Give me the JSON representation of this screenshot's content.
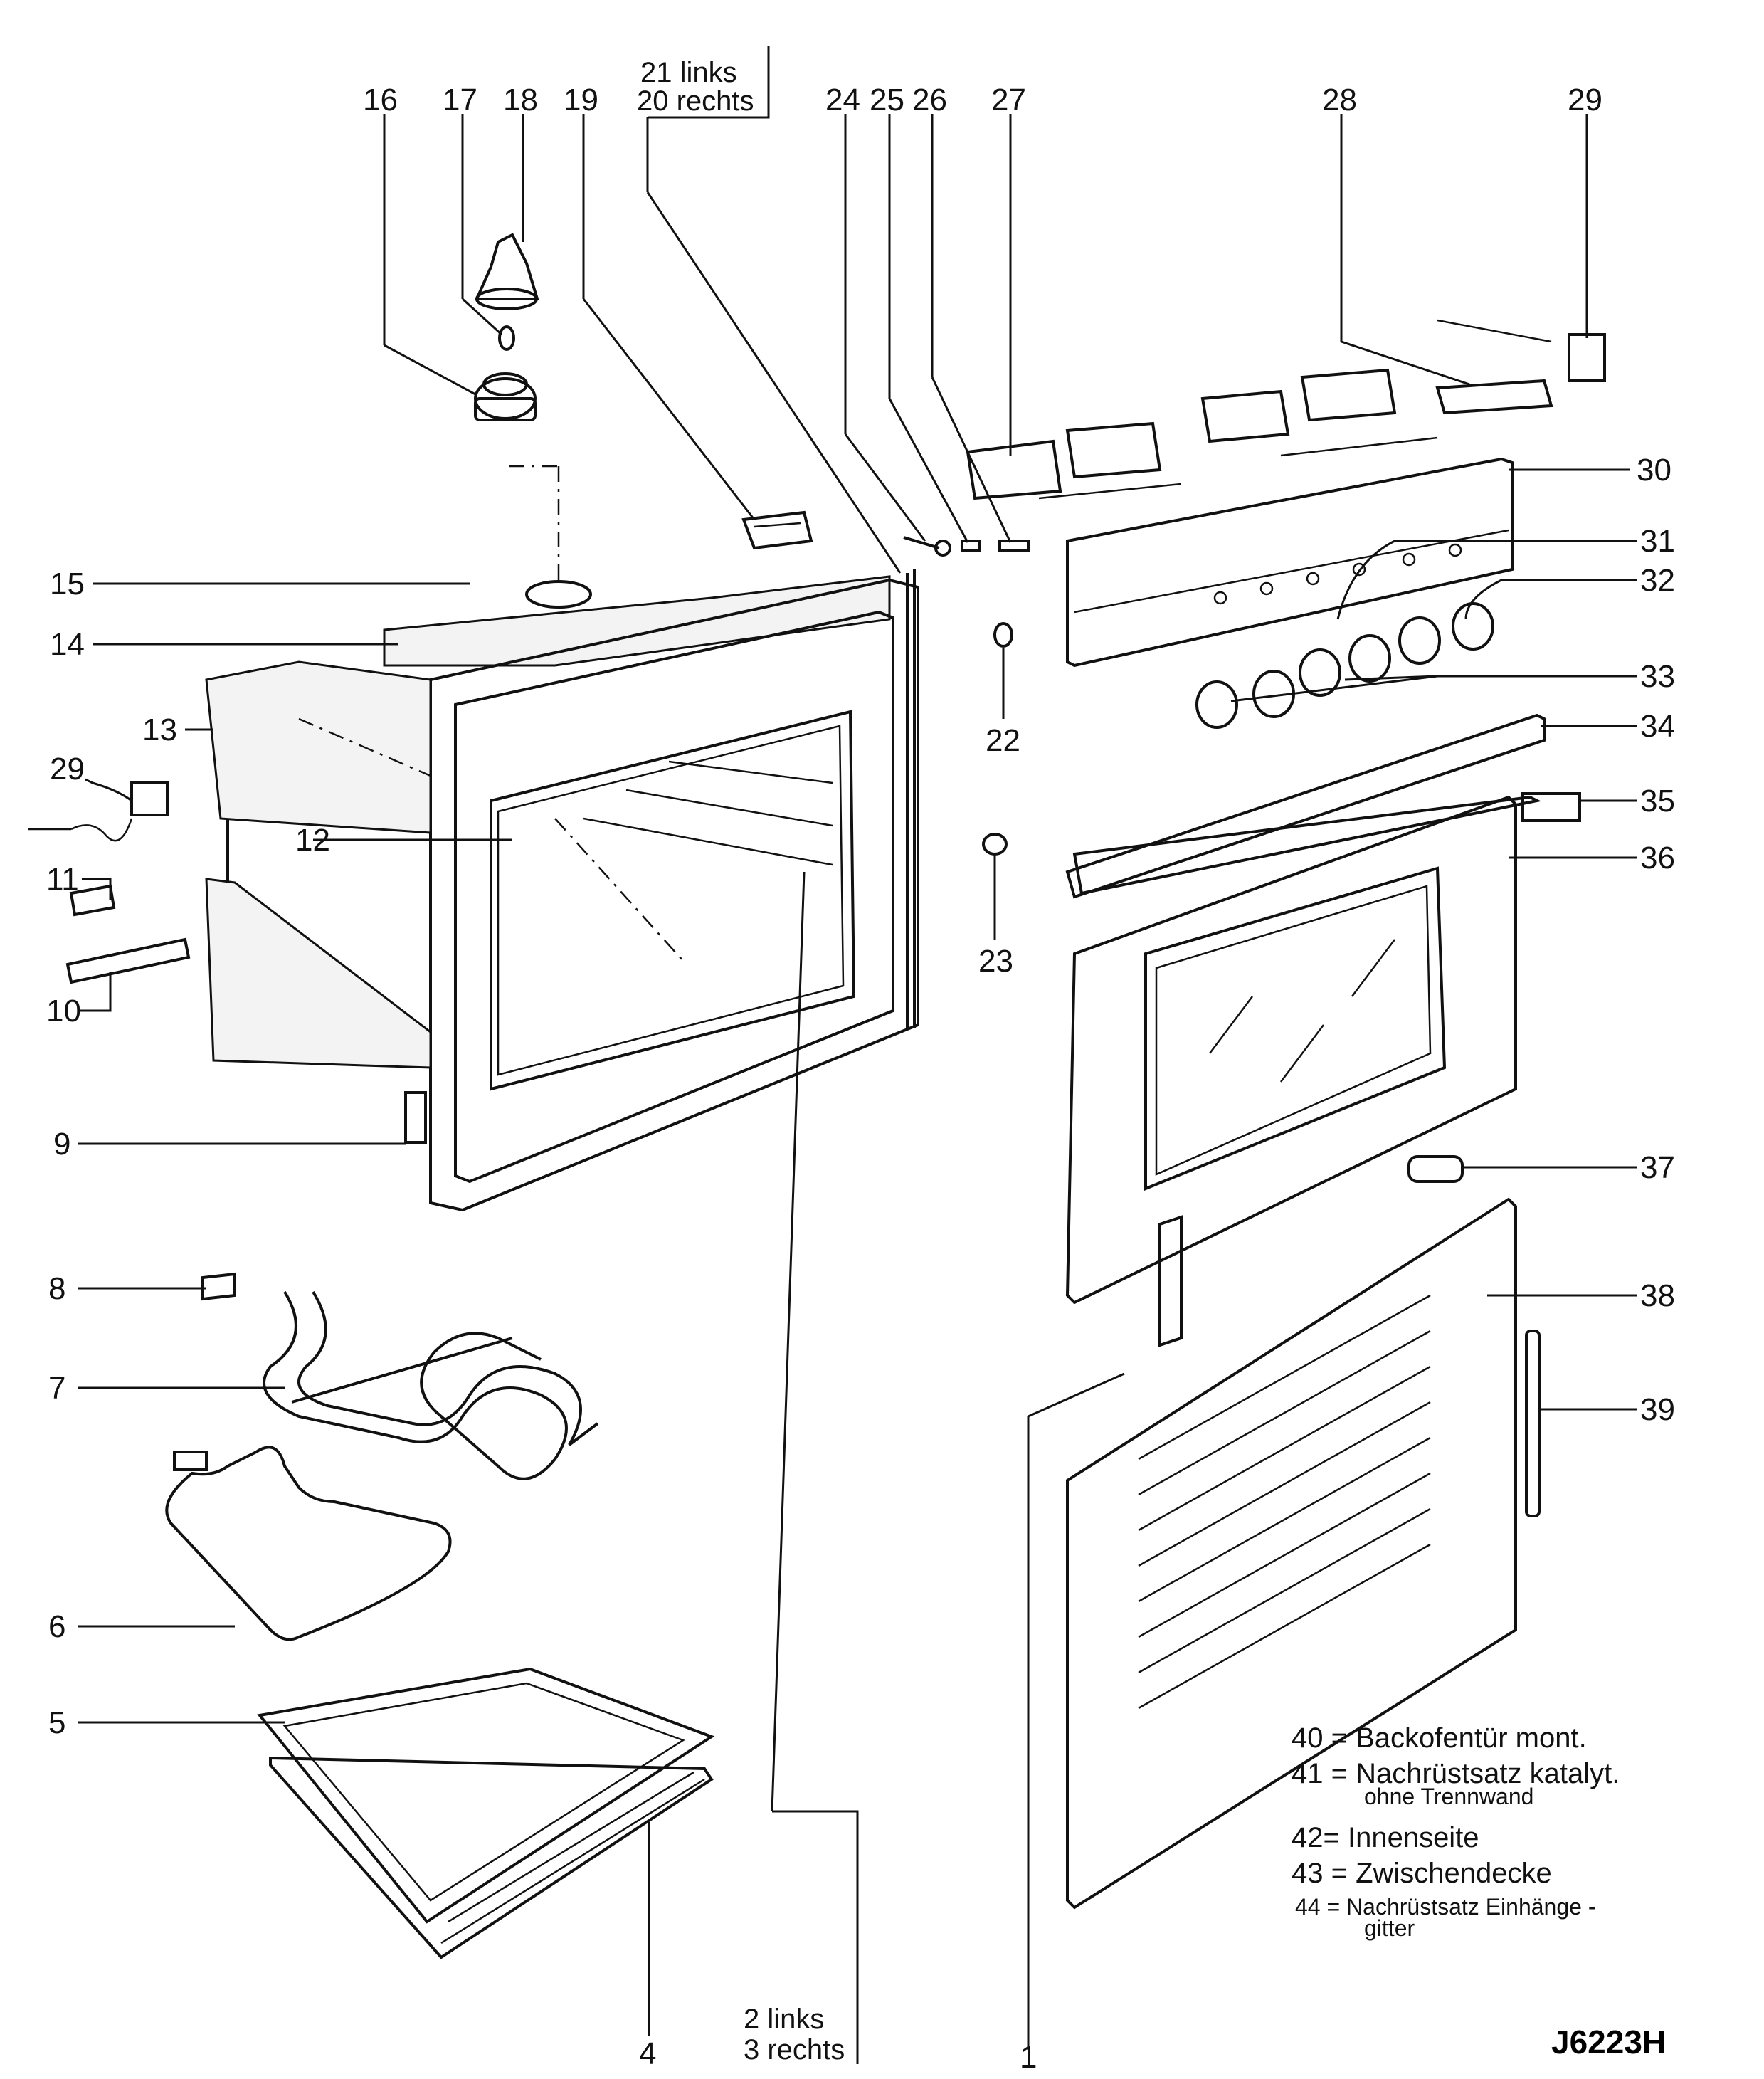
{
  "callouts": {
    "c1": "1",
    "c4": "4",
    "c5": "5",
    "c6": "6",
    "c7": "7",
    "c8": "8",
    "c9": "9",
    "c10": "10",
    "c11": "11",
    "c12": "12",
    "c13": "13",
    "c14": "14",
    "c15": "15",
    "c16": "16",
    "c17": "17",
    "c18": "18",
    "c19": "19",
    "c22": "22",
    "c23": "23",
    "c24": "24",
    "c25": "25",
    "c26": "26",
    "c27": "27",
    "c28": "28",
    "c29a": "29",
    "c29b": "29",
    "c30": "30",
    "c31": "31",
    "c32": "32",
    "c33": "33",
    "c34": "34",
    "c35": "35",
    "c36": "36",
    "c37": "37",
    "c38": "38",
    "c39": "39"
  },
  "brackets": {
    "top_line1": "21 links",
    "top_line2": "20 rechts",
    "bottom_line1": "2 links",
    "bottom_line2": "3 rechts"
  },
  "legend": {
    "l40": "40 = Backofentür  mont.",
    "l41a": "41 = Nachrüstsatz katalyt.",
    "l41b": "ohne Trennwand",
    "l42": "42= Innenseite",
    "l43": "43 = Zwischendecke",
    "l44a": "44 = Nachrüstsatz Einhänge -",
    "l44b": "gitter"
  },
  "drawing_code": "J6223H"
}
